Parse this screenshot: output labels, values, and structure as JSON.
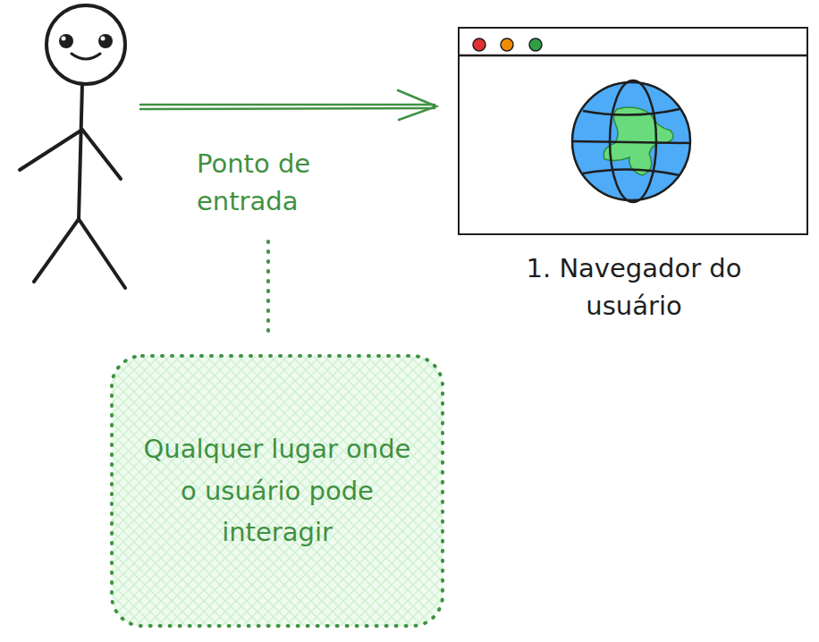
{
  "diagram": {
    "nodes": [
      {
        "text": [
          "1. Navegador do usuário"
        ]
      },
      {
        "text": [
          "Qualquer lugar onde o usuário pode interagir"
        ]
      }
    ],
    "labels": [
      "Ponto de entrada"
    ]
  }
}
